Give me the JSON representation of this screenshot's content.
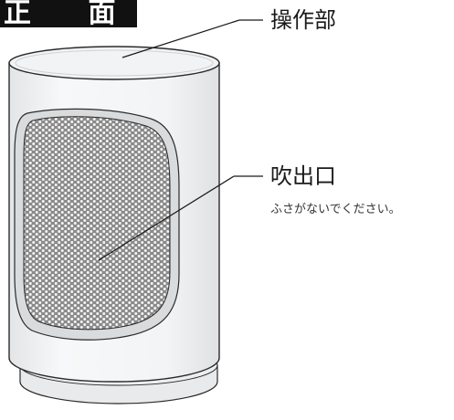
{
  "header": {
    "title": "正 面"
  },
  "callouts": {
    "control_panel": {
      "label": "操作部"
    },
    "outlet": {
      "label": "吹出口",
      "note": "ふさがないでください。"
    }
  },
  "colors": {
    "body_fill": "#f0f1f2",
    "body_stroke": "#2b2b2b",
    "grille_fill": "#6f6f6f",
    "grille_frame": "#d6d8da",
    "badge_bg": "#111111"
  }
}
